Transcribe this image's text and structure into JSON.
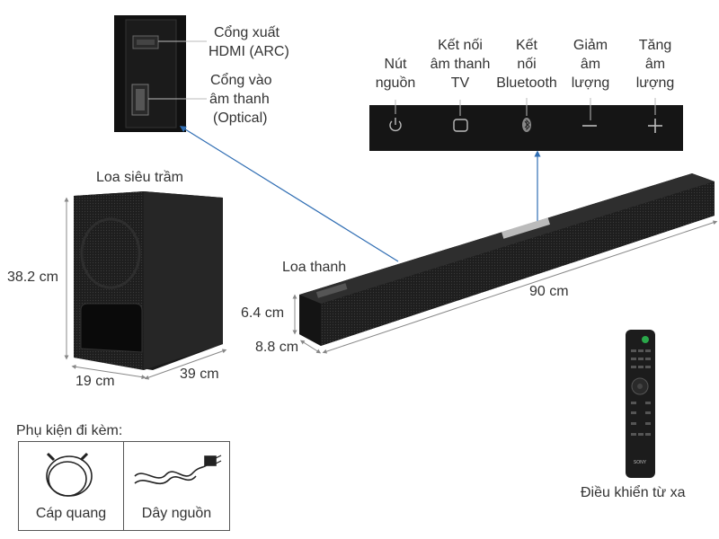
{
  "colors": {
    "accent": "#2f6db3",
    "product": "#1f1f1f",
    "panel": "#151515"
  },
  "ports": {
    "hdmi_label_1": "Cổng xuất",
    "hdmi_label_2": "HDMI (ARC)",
    "optical_label_1": "Cổng vào",
    "optical_label_2": "âm thanh",
    "optical_label_3": "(Optical)"
  },
  "buttons": [
    {
      "lines": [
        "Nút",
        "nguồn"
      ],
      "icon": "power-icon"
    },
    {
      "lines": [
        "Kết nối",
        "âm thanh",
        "TV"
      ],
      "icon": "tv-input-icon"
    },
    {
      "lines": [
        "Kết",
        "nối",
        "Bluetooth"
      ],
      "icon": "bluetooth-icon"
    },
    {
      "lines": [
        "Giảm",
        "âm",
        "lượng"
      ],
      "icon": "minus-icon"
    },
    {
      "lines": [
        "Tăng",
        "âm",
        "lượng"
      ],
      "icon": "plus-icon"
    }
  ],
  "subwoofer": {
    "label": "Loa siêu trầm",
    "height": "38.2 cm",
    "width": "19 cm",
    "depth": "39 cm"
  },
  "soundbar": {
    "label": "Loa thanh",
    "length": "90 cm",
    "height": "6.4 cm",
    "depth": "8.8 cm"
  },
  "remote": {
    "label": "Điều khiển từ xa",
    "brand": "SONY"
  },
  "accessories": {
    "title": "Phụ kiện đi kèm:",
    "items": [
      "Cáp quang",
      "Dây nguồn"
    ]
  }
}
